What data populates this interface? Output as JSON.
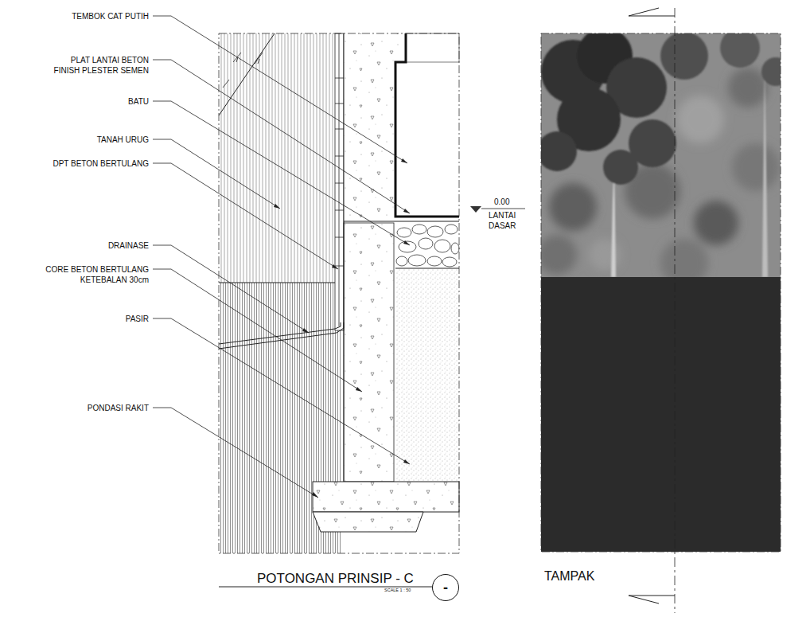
{
  "diagram": {
    "title": "POTONGAN PRINSIP - C",
    "nodes": [
      {
        "text": [
          "-"
        ]
      }
    ],
    "labels": [
      "TEMBOK CAT PUTIH",
      "PLAT LANTAI BETON FINISH PLESTER SEMEN",
      "BATU",
      "TANAH URUG",
      "DPT BETON BERTULANG",
      "DRAINASE",
      "CORE BETON BERTULANG KETEBALAN 30cm",
      "PASIR",
      "PONDASI RAKIT",
      "0.00",
      "LANTAI DASAR",
      "SCALE 1 : 50",
      "TAMPAK"
    ]
  }
}
